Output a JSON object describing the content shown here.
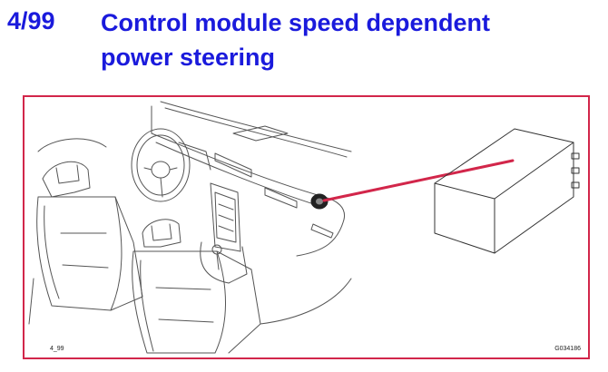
{
  "header": {
    "ref_number": "4/99",
    "title_line1": "Control module speed dependent",
    "title_line2": "power steering"
  },
  "figure": {
    "code_left": "4_99",
    "code_right": "G034186",
    "accent_color": "#d2264a",
    "title_color": "#1a1adc"
  }
}
